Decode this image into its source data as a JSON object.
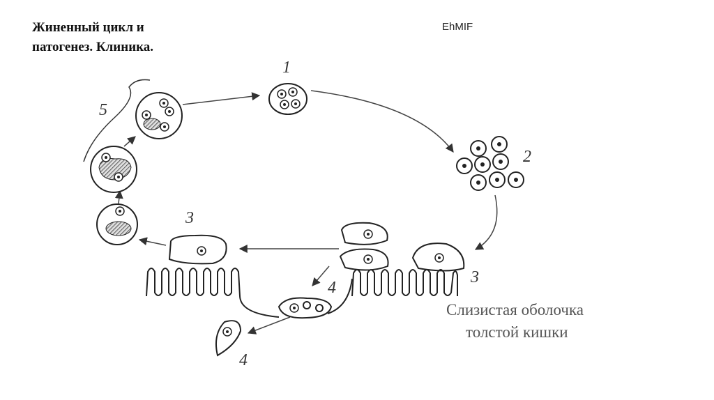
{
  "slide": {
    "title_line1": "Жиненный цикл и",
    "title_line2": "патогенез. Клиника.",
    "logo_text": "EhMIF"
  },
  "diagram": {
    "labels": {
      "stage1": "1",
      "stage2": "2",
      "stage3_left": "3",
      "stage3_right": "3",
      "stage4_mid": "4",
      "stage4_bottom": "4",
      "stage5": "5"
    },
    "caption_line1": "Слизистая оболочка",
    "caption_line2": "толстой кишки"
  }
}
